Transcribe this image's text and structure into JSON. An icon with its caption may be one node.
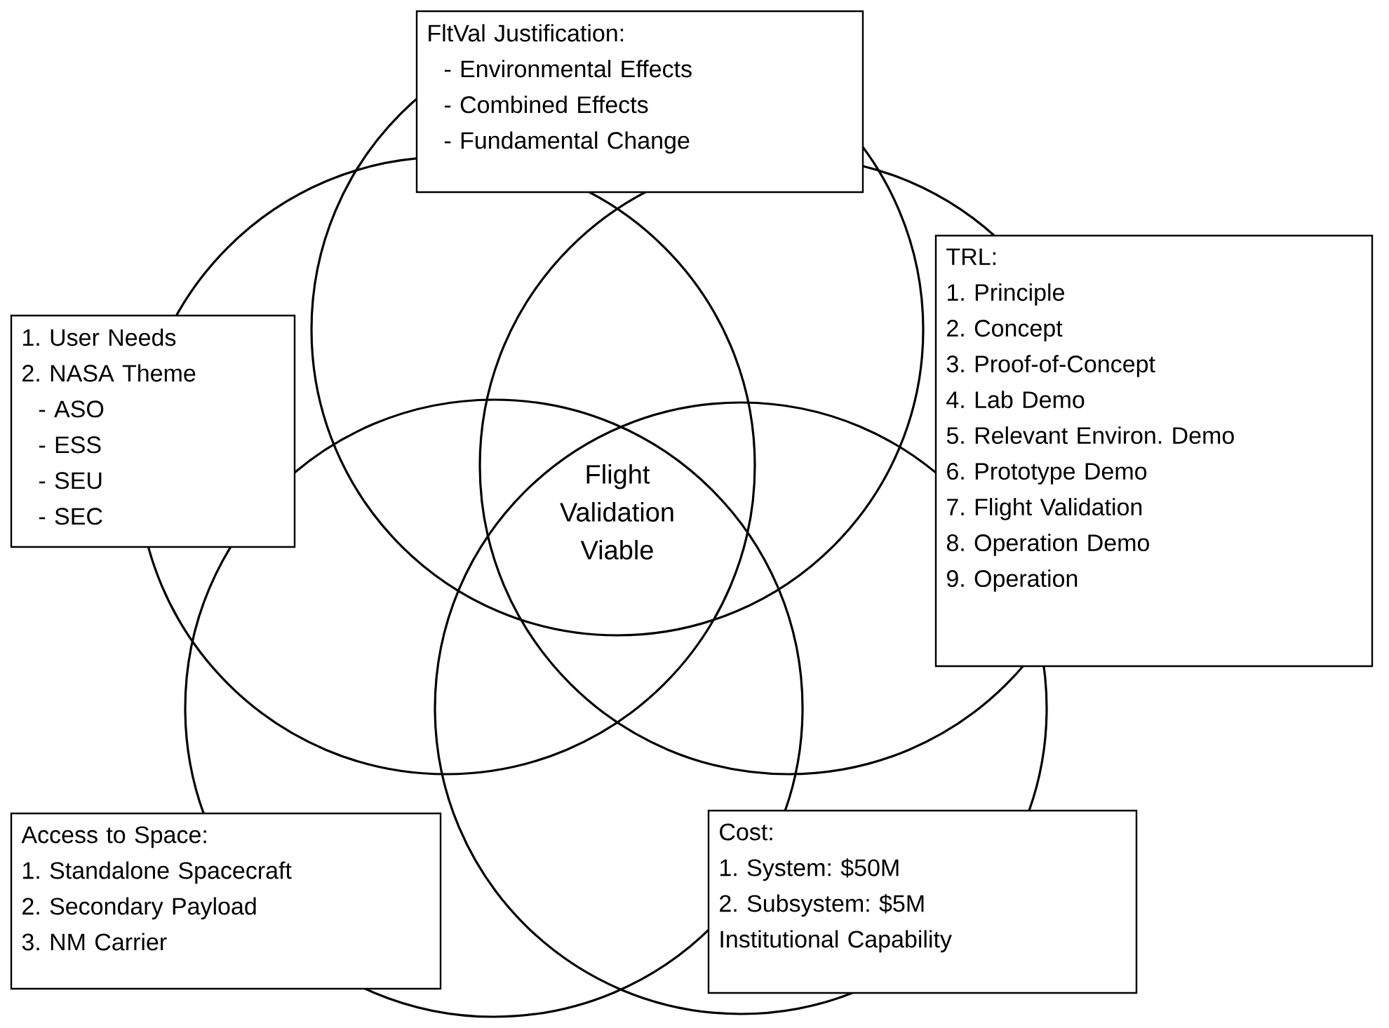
{
  "diagram": {
    "nodes": [
      {
        "text": [],
        "shape": "circle"
      },
      {
        "text": [],
        "shape": "circle"
      },
      {
        "text": [],
        "shape": "circle"
      },
      {
        "text": [],
        "shape": "circle"
      },
      {
        "text": [],
        "shape": "circle"
      },
      {
        "text": [
          "FltVal Justification:",
          "- Environmental Effects",
          "- Combined Effects",
          "- Fundamental Change"
        ]
      },
      {
        "text": [
          "1. User Needs",
          "2. NASA Theme",
          "- ASO",
          "- ESS",
          "- SEU",
          "- SEC"
        ]
      },
      {
        "text": [
          "TRL:",
          "1. Principle",
          "2. Concept",
          "3. Proof-of-Concept",
          "4. Lab Demo",
          "5. Relevant Environ. Demo",
          "6. Prototype Demo",
          "7. Flight Validation",
          "8. Operation Demo",
          "9. Operation"
        ]
      },
      {
        "text": [
          "Access to Space:",
          "1. Standalone Spacecraft",
          "2. Secondary Payload",
          "3. NM Carrier"
        ]
      },
      {
        "text": [
          "Cost:",
          "1. System: $50M",
          "2. Subsystem: $5M",
          "Institutional Capability"
        ]
      }
    ],
    "labels": [
      "Flight Validation Viable"
    ]
  }
}
